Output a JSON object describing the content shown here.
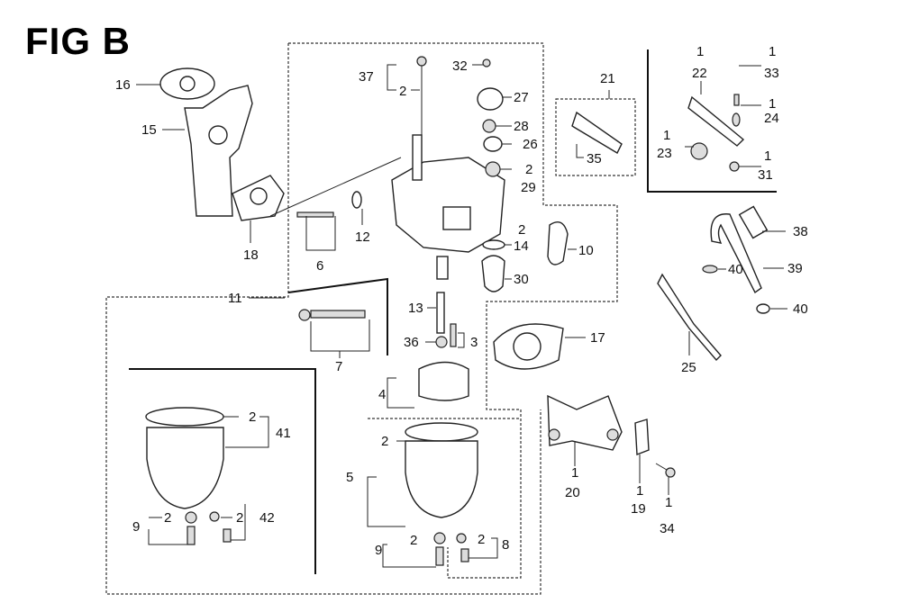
{
  "figure": {
    "title": "FIG B"
  },
  "callouts": {
    "c16": "16",
    "c15": "15",
    "c18": "18",
    "c11": "11",
    "c37": "37",
    "c37q": "2",
    "c32": "32",
    "c27": "27",
    "c28": "28",
    "c26": "26",
    "c29q": "2",
    "c29": "29",
    "c12": "12",
    "c6": "6",
    "c14q": "2",
    "c14": "14",
    "c30": "30",
    "c10": "10",
    "c21": "21",
    "c35": "35",
    "c22q": "1",
    "c22": "22",
    "c33q": "1",
    "c33": "33",
    "c24q": "1",
    "c24": "24",
    "c23q": "1",
    "c23": "23",
    "c31q": "1",
    "c31": "31",
    "c38": "38",
    "c39": "39",
    "c40a": "40",
    "c40b": "40",
    "c25": "25",
    "c7": "7",
    "c13": "13",
    "c36": "36",
    "c3": "3",
    "c17": "17",
    "c4": "4",
    "c41q": "2",
    "c41": "41",
    "c9aq": "2",
    "c9a": "9",
    "c42q": "2",
    "c42": "42",
    "c5q": "2",
    "c5": "5",
    "c9bq": "2",
    "c9b": "9",
    "c8q": "2",
    "c8": "8",
    "c20q": "1",
    "c20": "20",
    "c19q": "1",
    "c19": "19",
    "c34q": "1",
    "c34": "34"
  }
}
